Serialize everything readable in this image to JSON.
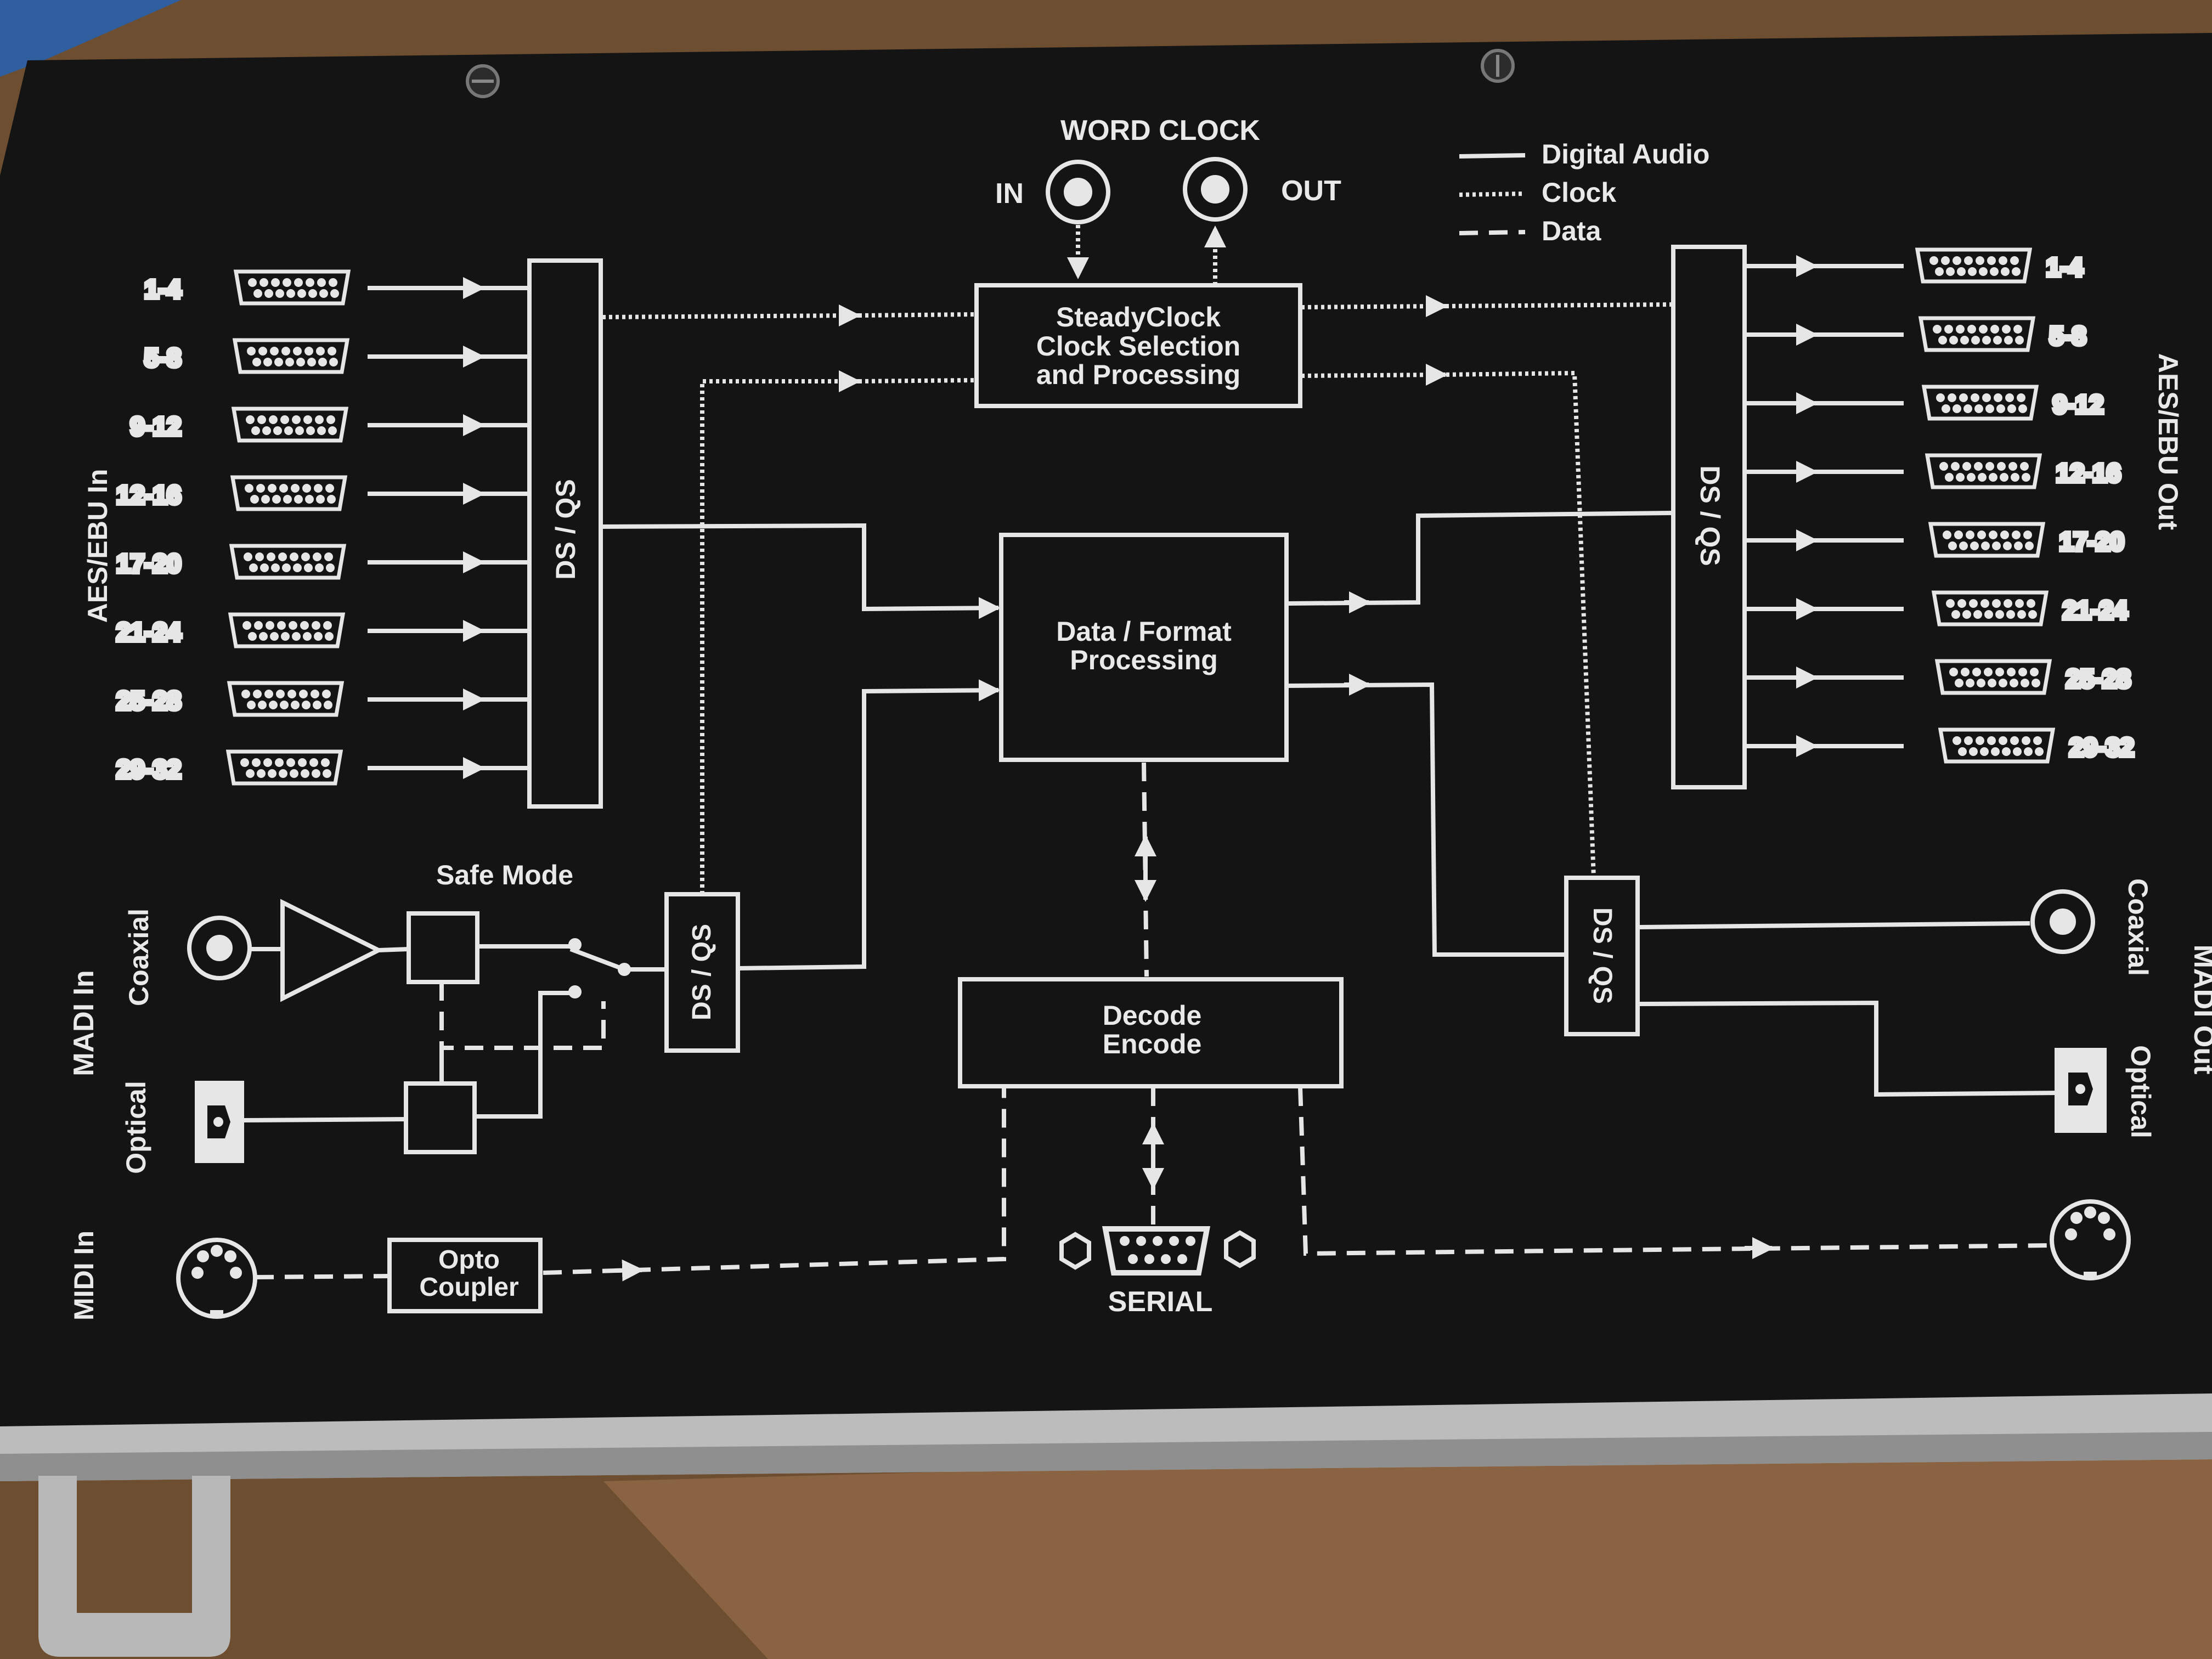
{
  "colors": {
    "panel": "#141414",
    "line": "#e6e6e6",
    "chassis": "#bdbdbd",
    "table": "#7a5638"
  },
  "word_clock": {
    "title": "WORD CLOCK",
    "in": "IN",
    "out": "OUT"
  },
  "legend": {
    "digital_audio": "Digital Audio",
    "clock": "Clock",
    "data": "Data"
  },
  "aes_in": {
    "title": "AES/EBU In",
    "channels": [
      "1-4",
      "5-8",
      "9-12",
      "12-16",
      "17-20",
      "21-24",
      "25-28",
      "29-32"
    ]
  },
  "aes_out": {
    "title": "AES/EBU Out",
    "channels": [
      "1-4",
      "5-8",
      "9-12",
      "12-16",
      "17-20",
      "21-24",
      "25-28",
      "29-32"
    ]
  },
  "blocks": {
    "ds_qs": "DS / QS",
    "steadyclock": [
      "SteadyClock",
      "Clock Selection",
      "and Processing"
    ],
    "data_format": [
      "Data / Format",
      "Processing"
    ],
    "decode_encode": [
      "Decode",
      "Encode"
    ],
    "opto_coupler": [
      "Opto",
      "Coupler"
    ],
    "safe_mode": "Safe Mode",
    "serial": "SERIAL"
  },
  "madi_in": {
    "title": "MADI In",
    "coaxial": "Coaxial",
    "optical": "Optical"
  },
  "madi_out": {
    "title": "MADI Out",
    "coaxial": "Coaxial",
    "optical": "Optical"
  },
  "midi_in": {
    "title": "MIDI In"
  }
}
